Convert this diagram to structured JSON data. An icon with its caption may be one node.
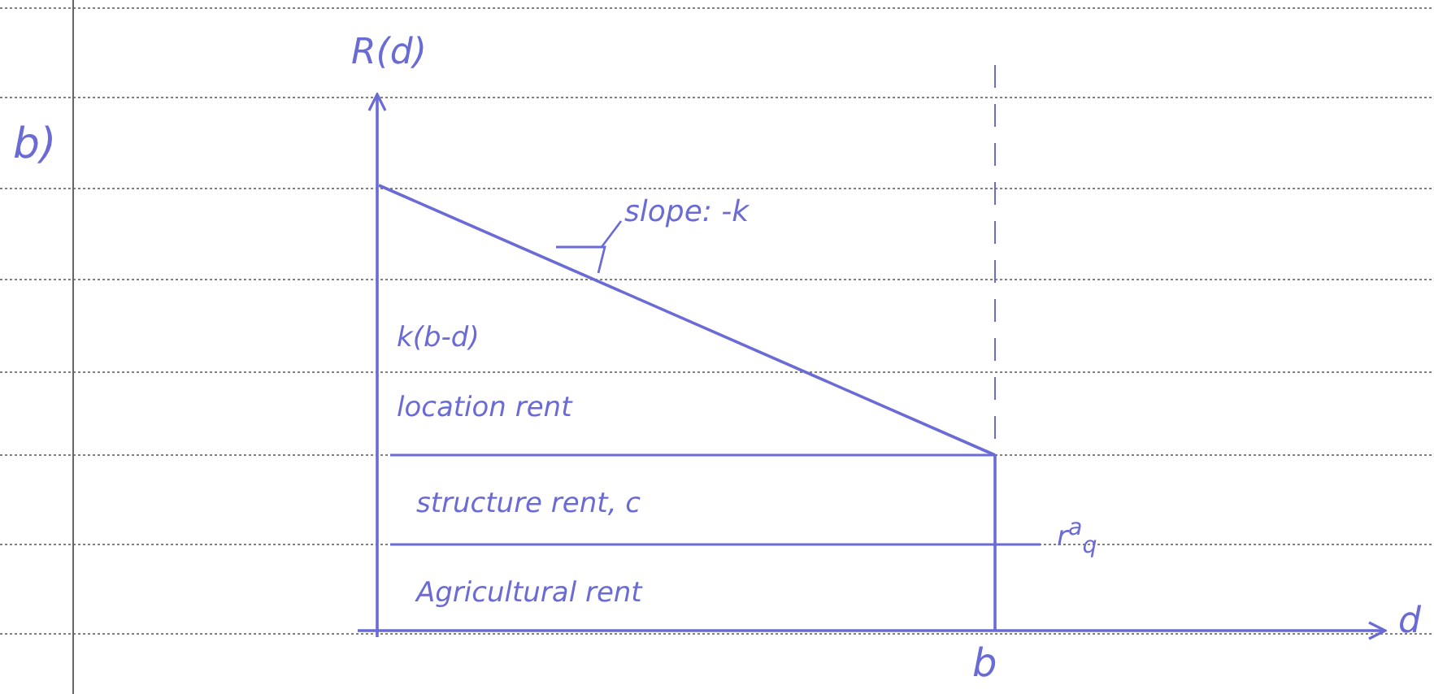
{
  "diagram": {
    "nodes": [
      {
        "text": [
          "slope: -k"
        ]
      },
      {
        "text": [],
        "shape": "triangle"
      }
    ],
    "edges": [
      {
        "from": 0,
        "to": 1,
        "arrow": "none"
      }
    ],
    "labels": [
      "R(d)",
      "b)",
      "k(b-d)",
      "location rent",
      "structure rent, c",
      "Agricultural rent",
      "r$^{a}$$_{q}$",
      "b",
      "d"
    ]
  }
}
